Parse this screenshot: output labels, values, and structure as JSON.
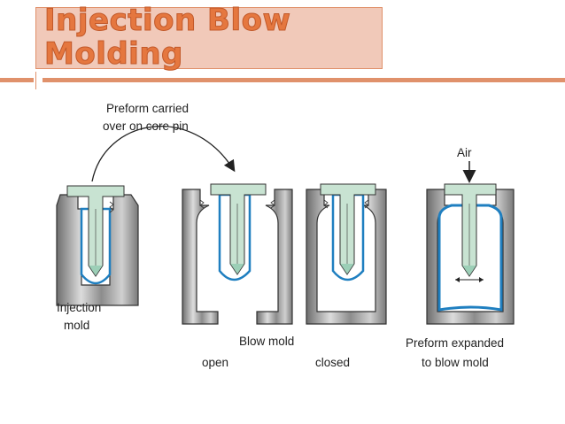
{
  "title": {
    "line1": "Injection Blow",
    "line2": "Molding"
  },
  "diagram": {
    "transfer_label_1": "Preform carried",
    "transfer_label_2": "over on core pin",
    "air_label": "Air",
    "injection_label_1": "Injection",
    "injection_label_2": "mold",
    "blow_mold_label": "Blow mold",
    "open_label": "open",
    "closed_label": "closed",
    "expanded_label_1": "Preform expanded",
    "expanded_label_2": "to blow mold"
  },
  "colors": {
    "accent": "#e5773f",
    "title_bg": "#f1c9b9",
    "core_pin": "#c8e3d2",
    "parison": "#1f7fc0",
    "mold_steel": "#9a9a9a"
  }
}
